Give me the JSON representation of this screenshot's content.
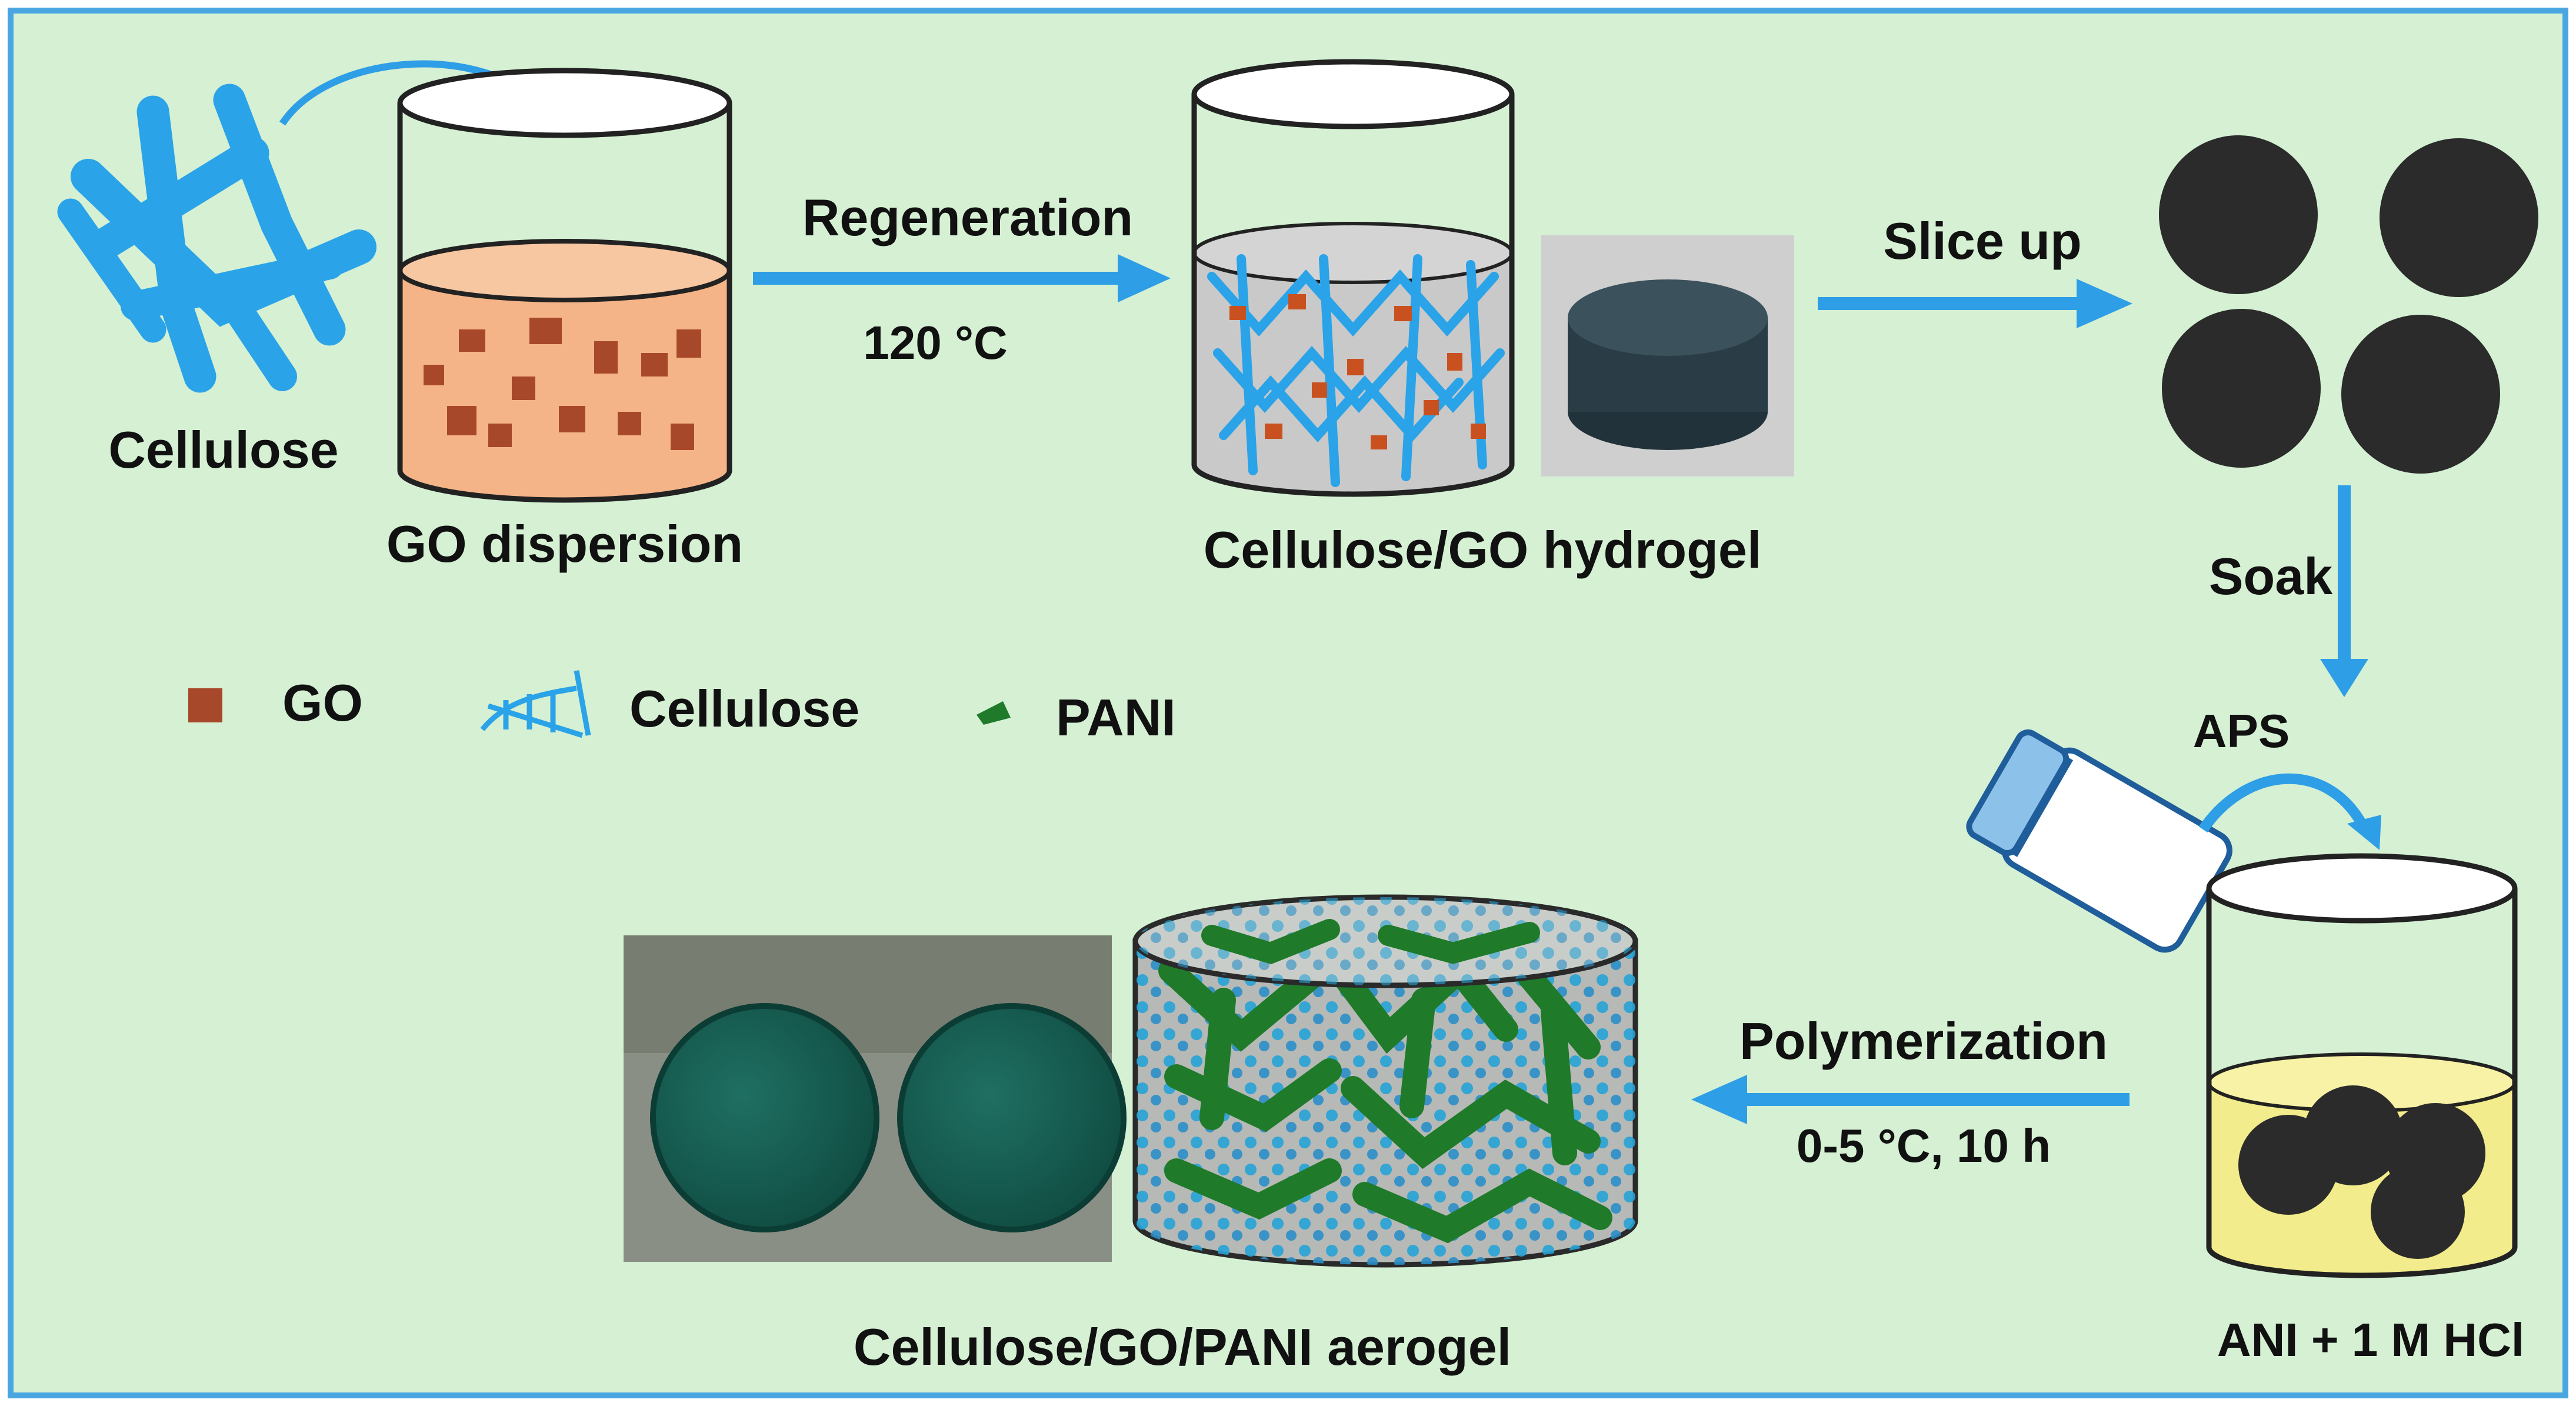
{
  "colors": {
    "panel_bg": "#d5f0d3",
    "panel_border": "#4aa6e0",
    "arrow": "#2e9ee6",
    "cellulose": "#2aa3e8",
    "go": "#a8482a",
    "go_dispersion": "#f4b487",
    "pani": "#1f7a2a",
    "solution": "#f3ec8c",
    "disc": "#2b2b2b",
    "hydrogel_fill": "#c9c9c9",
    "aerogel_fill": "#b6b9b6"
  },
  "labels": {
    "cellulose": "Cellulose",
    "go_dispersion": "GO dispersion",
    "regeneration": "Regeneration",
    "temp_120": "120 °C",
    "hydrogel": "Cellulose/GO hydrogel",
    "slice_up": "Slice up",
    "soak": "Soak",
    "aps": "APS",
    "ani_hcl": "ANI  + 1 M HCl",
    "polymerization": "Polymerization",
    "temp_time": "0-5  °C, 10 h",
    "aerogel": "Cellulose/GO/PANI aerogel"
  },
  "legend": [
    {
      "key": "go",
      "label": "GO",
      "icon": "go-flake-icon"
    },
    {
      "key": "cellulose",
      "label": "Cellulose",
      "icon": "cellulose-fiber-icon"
    },
    {
      "key": "pani",
      "label": "PANI",
      "icon": "pani-particle-icon"
    }
  ]
}
